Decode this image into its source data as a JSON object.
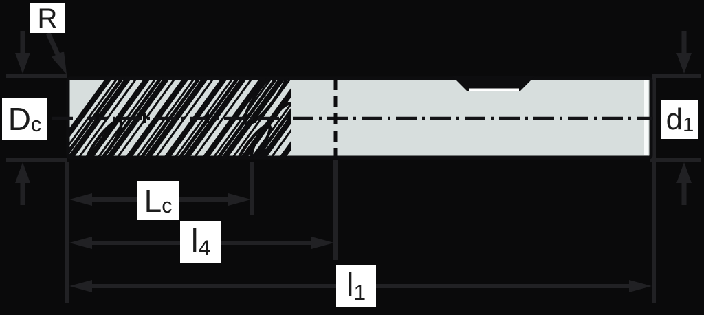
{
  "figure": {
    "title": "End mill dimension drawing",
    "colors": {
      "background": "#0a0a0b",
      "dim": "#212124",
      "tool_fill": "#d7dedd",
      "tool_stroke": "#0d0d0f",
      "centerline": "#131316",
      "label_bg": "#ffffff",
      "label_text": "#1c1c1c"
    },
    "labels": {
      "corner_radius": {
        "main": "R",
        "sub": ""
      },
      "cutting_diameter": {
        "main": "D",
        "sub": "c"
      },
      "shank_diameter": {
        "main": "d",
        "sub": "1"
      },
      "length_of_cut": {
        "main": "L",
        "sub": "c"
      },
      "reach_length": {
        "main": "l",
        "sub": "4"
      },
      "overall_length": {
        "main": "l",
        "sub": "1"
      }
    }
  }
}
